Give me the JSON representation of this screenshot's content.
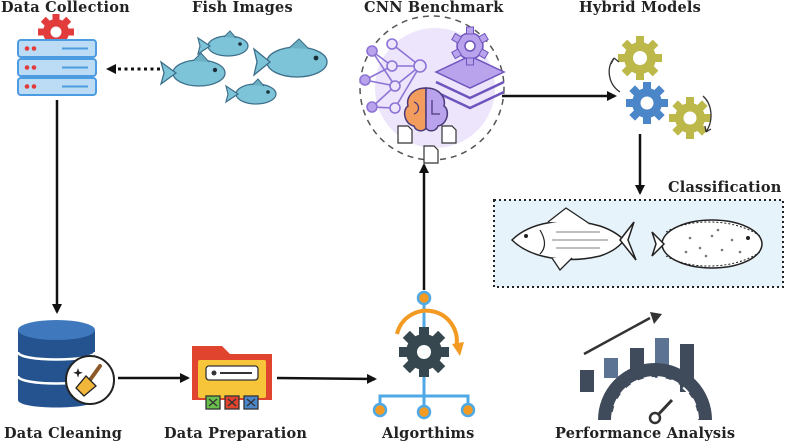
{
  "labels": {
    "data_collection": "Data Collection",
    "fish_images": "Fish Images",
    "cnn_benchmark": "CNN Benchmark",
    "hybrid_models": "Hybrid Models",
    "classification": "Classification",
    "data_cleaning": "Data Cleaning",
    "data_preparation": "Data Preparation",
    "algorithms": "Algorthims",
    "performance_analysis": "Performance Analysis"
  },
  "colors": {
    "server_blue": "#4d9be0",
    "server_light": "#bcdcf5",
    "gear_red": "#e23b3b",
    "fish_teal": "#7ec4d8",
    "fish_dark": "#3d6f8a",
    "cnn_purple": "#b9a3ec",
    "cnn_light": "#ece5fb",
    "gear_olive": "#bcb94a",
    "gear_blue": "#4a86c8",
    "db_blue": "#24538f",
    "folder_yellow": "#f7c53a",
    "folder_red": "#e0442f",
    "algo_gear": "#37474f",
    "algo_orange": "#f39a22",
    "algo_blue": "#4fa9e6",
    "perf_dark": "#3f4b5b",
    "perf_steel": "#5d7393",
    "classification_bg": "#e6f3fb"
  }
}
